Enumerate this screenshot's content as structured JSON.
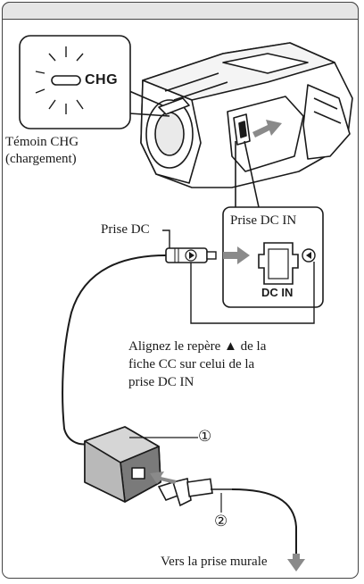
{
  "callout_chg": {
    "label": "CHG"
  },
  "labels": {
    "chg_lamp_line1": "Témoin CHG",
    "chg_lamp_line2": "(chargement)",
    "dc_plug": "Prise DC",
    "dc_in_jack": "Prise DC IN",
    "dc_in_marking": "DC IN",
    "align_line1": "Alignez le repère ▲ de la",
    "align_line2": "fiche CC sur celui de la",
    "align_line3": "prise DC IN",
    "to_wall_outlet": "Vers la prise murale"
  },
  "callout_numbers": [
    "①",
    "②"
  ],
  "colors": {
    "arrow_gray": "#8a8a8a",
    "line": "#1a1a1a",
    "header_gray": "#e6e6e6"
  },
  "icons": [
    "lamp-rays-icon",
    "camcorder-icon",
    "right-arrow-icon",
    "ac-adaptor-icon",
    "power-cord-icon",
    "down-arrow-icon"
  ]
}
